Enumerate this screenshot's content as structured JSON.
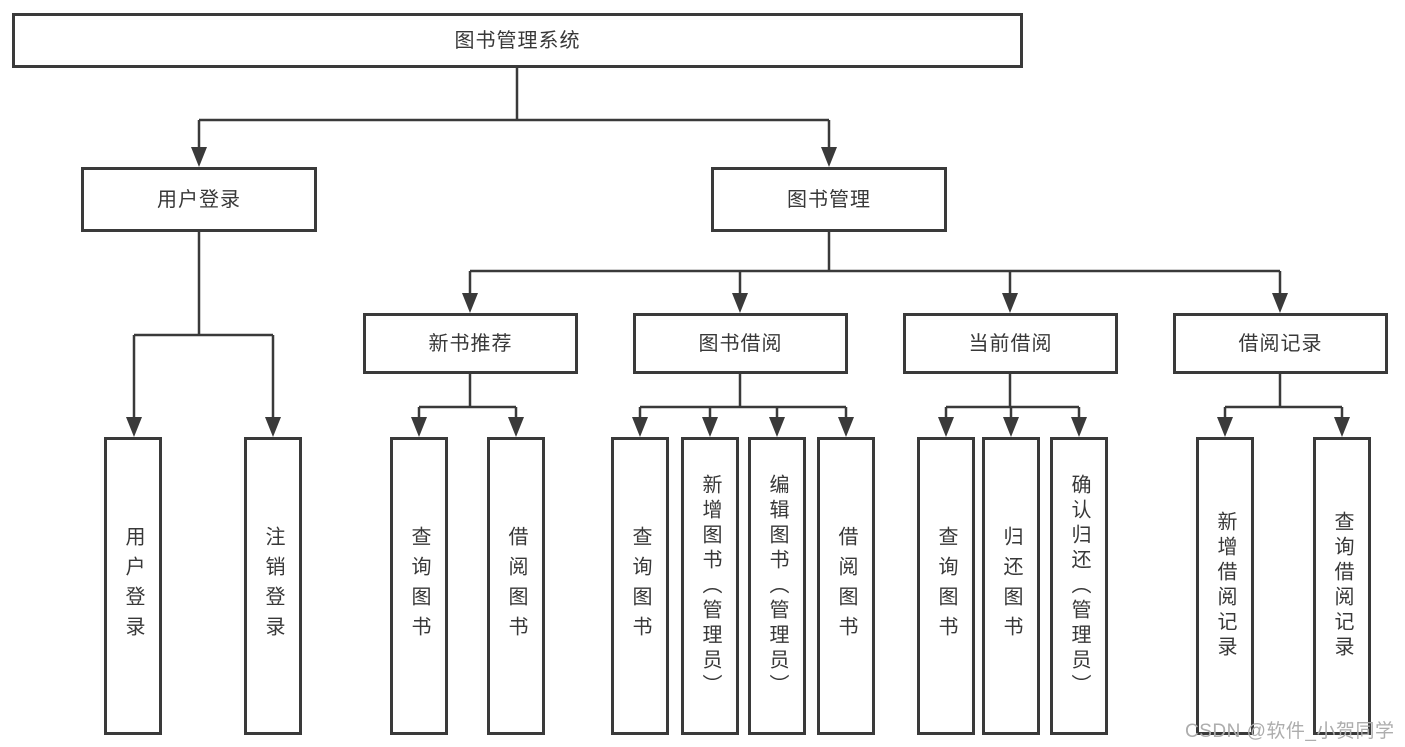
{
  "diagram_type": "hierarchy-tree",
  "tree": {
    "root": {
      "label": "图书管理系统",
      "children": [
        {
          "label": "用户登录",
          "children": [
            {
              "label": "用户登录"
            },
            {
              "label": "注销登录"
            }
          ]
        },
        {
          "label": "图书管理",
          "children": [
            {
              "label": "新书推荐",
              "children": [
                {
                  "label": "查询图书"
                },
                {
                  "label": "借阅图书"
                }
              ]
            },
            {
              "label": "图书借阅",
              "children": [
                {
                  "label": "查询图书"
                },
                {
                  "label": "新增图书（管理员）"
                },
                {
                  "label": "编辑图书（管理员）"
                },
                {
                  "label": "借阅图书"
                }
              ]
            },
            {
              "label": "当前借阅",
              "children": [
                {
                  "label": "查询图书"
                },
                {
                  "label": "归还图书"
                },
                {
                  "label": "确认归还（管理员）"
                }
              ]
            },
            {
              "label": "借阅记录",
              "children": [
                {
                  "label": "新增借阅记录"
                },
                {
                  "label": "查询借阅记录"
                }
              ]
            }
          ]
        }
      ]
    }
  },
  "watermark": {
    "text": "CSDN @软件_小贺同学"
  },
  "colors": {
    "line": "#3a3a3a",
    "box_border": "#3a3a3a",
    "box_fill": "#ffffff",
    "text": "#383838",
    "watermark": "#adadad",
    "background": "#ffffff"
  }
}
